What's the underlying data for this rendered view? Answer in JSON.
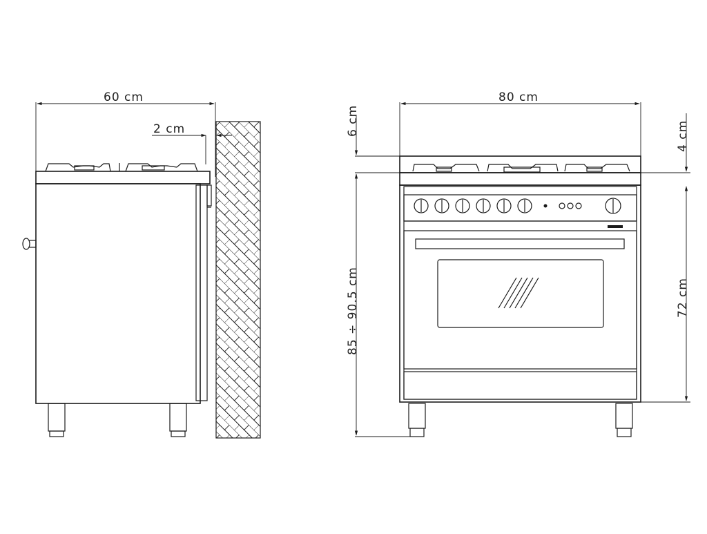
{
  "dimensions": {
    "side_width": "60 cm",
    "wall_gap": "2 cm",
    "front_width": "80 cm",
    "backguard_height": "6 cm",
    "hob_clearance": "4 cm",
    "total_height": "85 ÷ 90.5 cm",
    "body_height": "72 cm"
  },
  "colors": {
    "line": "#1a1a1a",
    "background": "#ffffff"
  }
}
